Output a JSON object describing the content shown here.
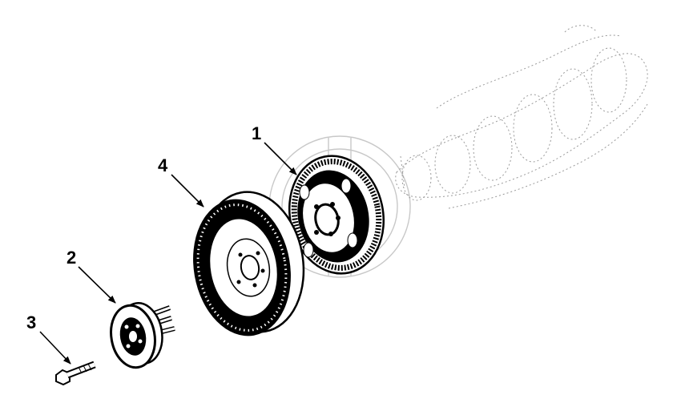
{
  "diagram": {
    "callouts": [
      {
        "id": "c1",
        "label": "1",
        "part": "flywheel-ring-gear"
      },
      {
        "id": "c4",
        "label": "4",
        "part": "vibration-damper"
      },
      {
        "id": "c2",
        "label": "2",
        "part": "hub"
      },
      {
        "id": "c3",
        "label": "3",
        "part": "bolt"
      }
    ],
    "colors": {
      "ink": "#000000",
      "ghost": "#9a9a9a",
      "watermark": "#c8c8c8"
    }
  }
}
